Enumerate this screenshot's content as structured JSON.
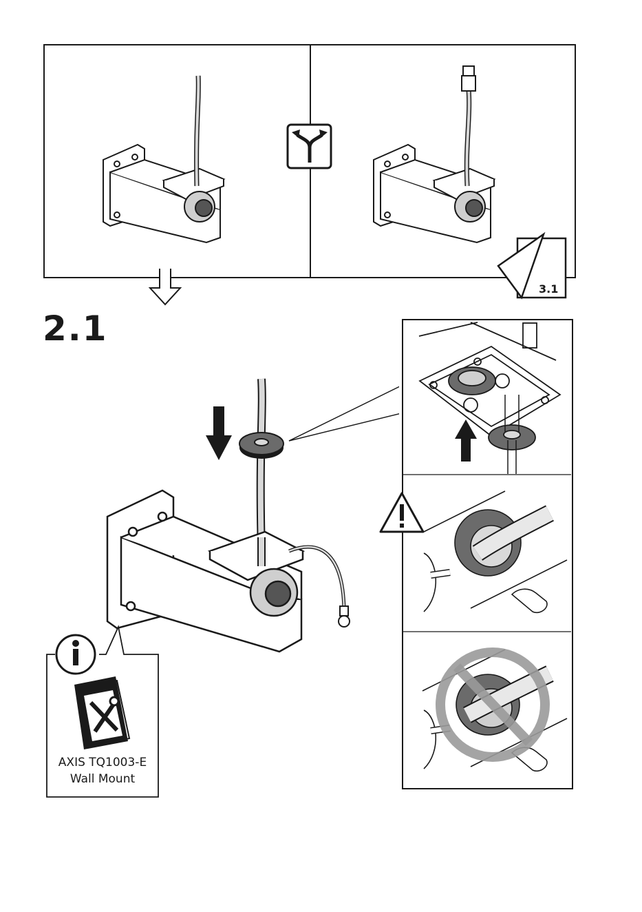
{
  "page": {
    "step_number": "2.1",
    "reference_step": "3.1"
  },
  "info_callout": {
    "manual_line1": "AXIS  TQ1003-E",
    "manual_line2": "Wall Mount"
  },
  "icons": {
    "branch": "branch-arrow-icon",
    "flow": "down-hollow-arrow-icon",
    "info": "info-icon",
    "warning": "warning-triangle-icon",
    "tools": "tools-manual-icon",
    "prohibited": "prohibition-icon"
  },
  "colors": {
    "line": "#1a1a1a",
    "cable": "#d9d9d9",
    "grommet": "#6b6b6b",
    "prohibit": "#9a9a9a"
  }
}
